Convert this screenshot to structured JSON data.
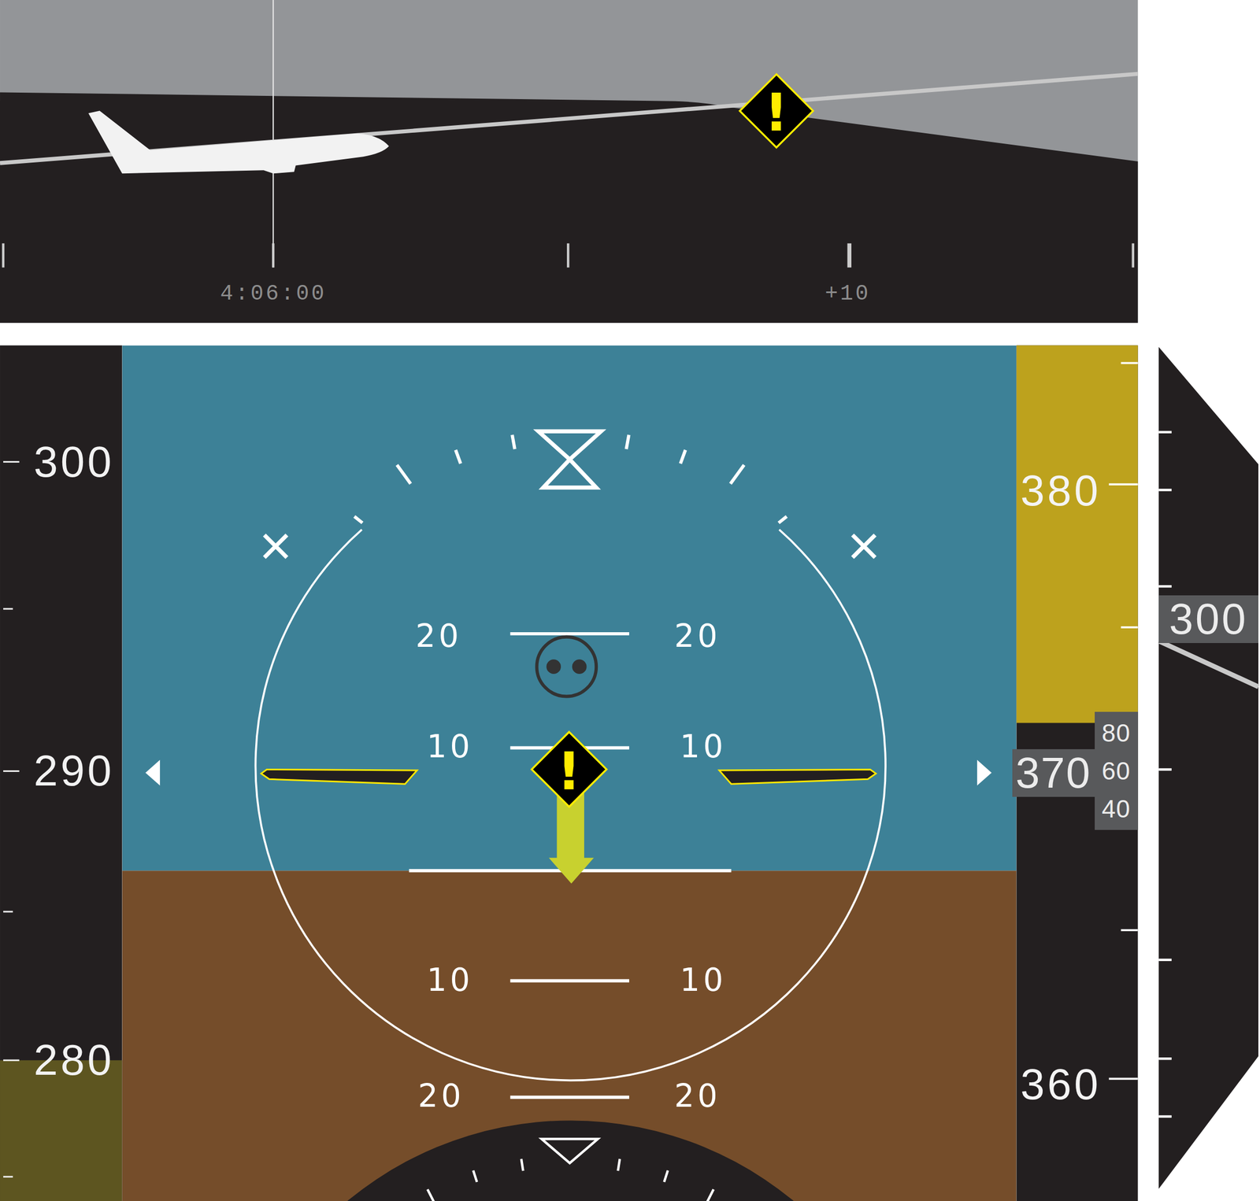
{
  "diagram": {
    "nodes": [
      {
        "text": [
          "!"
        ]
      },
      {
        "text": [
          "!"
        ]
      },
      {
        "text": [
          "370"
        ]
      },
      {
        "text": [
          "80",
          "60",
          "40"
        ]
      },
      {
        "text": [
          "300"
        ]
      }
    ],
    "labels": [
      "4:06:00",
      "+10",
      "300",
      "290",
      "280",
      "20",
      "20",
      "10",
      "10",
      "10",
      "10",
      "20",
      "20",
      "380",
      "360"
    ]
  }
}
